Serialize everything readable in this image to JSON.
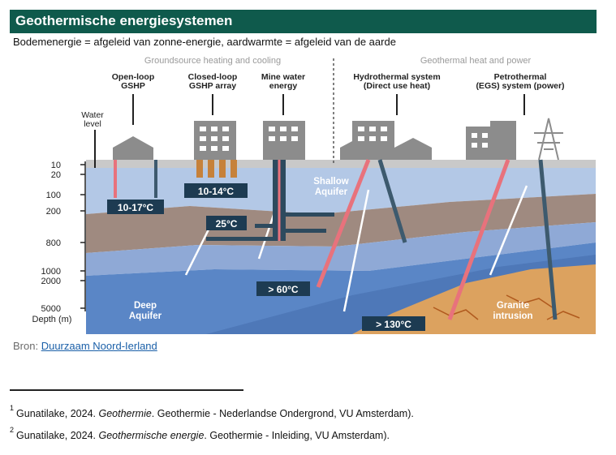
{
  "header": {
    "title": "Geothermische energiesystemen"
  },
  "subtitle": "Bodemenergie = afgeleid van zonne-energie, aardwarmte = afgeleid van de aarde",
  "figure": {
    "section_left": "Groundsource heating and cooling",
    "section_right": "Geothermal heat and power",
    "systems": [
      {
        "line1": "Open-loop",
        "line2": "GSHP"
      },
      {
        "line1": "Closed-loop",
        "line2": "GSHP array"
      },
      {
        "line1": "Mine water",
        "line2": "energy"
      },
      {
        "line1": "Hydrothermal system",
        "line2": "(Direct use heat)"
      },
      {
        "line1": "Petrothermal",
        "line2": "(EGS) system (power)"
      }
    ],
    "water_level": {
      "line1": "Water",
      "line2": "level"
    },
    "depth_ticks": [
      "10",
      "20",
      "100",
      "200",
      "800",
      "1000",
      "2000",
      "5000"
    ],
    "depth_label": "Depth (m)",
    "layers": {
      "shallow_aquifer": {
        "line1": "Shallow",
        "line2": "Aquifer"
      },
      "deep_aquifer": {
        "line1": "Deep",
        "line2": "Aquifer"
      },
      "granite": {
        "line1": "Granite",
        "line2": "intrusion"
      }
    },
    "temps": [
      "10-17°C",
      "10-14°C",
      "25°C",
      "> 60°C",
      "> 130°C"
    ],
    "colors": {
      "hot": "#e8727c",
      "cold": "#3d5a6e",
      "temp_box": "#1d3b52"
    }
  },
  "stray_mark": ";",
  "source": {
    "label": "Bron:",
    "link_text": "Duurzaam Noord-Ierland"
  },
  "footnotes": [
    {
      "num": "1",
      "pre": "Gunatilake, 2024. ",
      "italic": "Geothermie",
      "post": ". Geothermie - Nederlandse Ondergrond, VU Amsterdam)."
    },
    {
      "num": "2",
      "pre": "Gunatilake, 2024. ",
      "italic": "Geothermische energie",
      "post": ". Geothermie - Inleiding, VU Amsterdam)."
    }
  ]
}
